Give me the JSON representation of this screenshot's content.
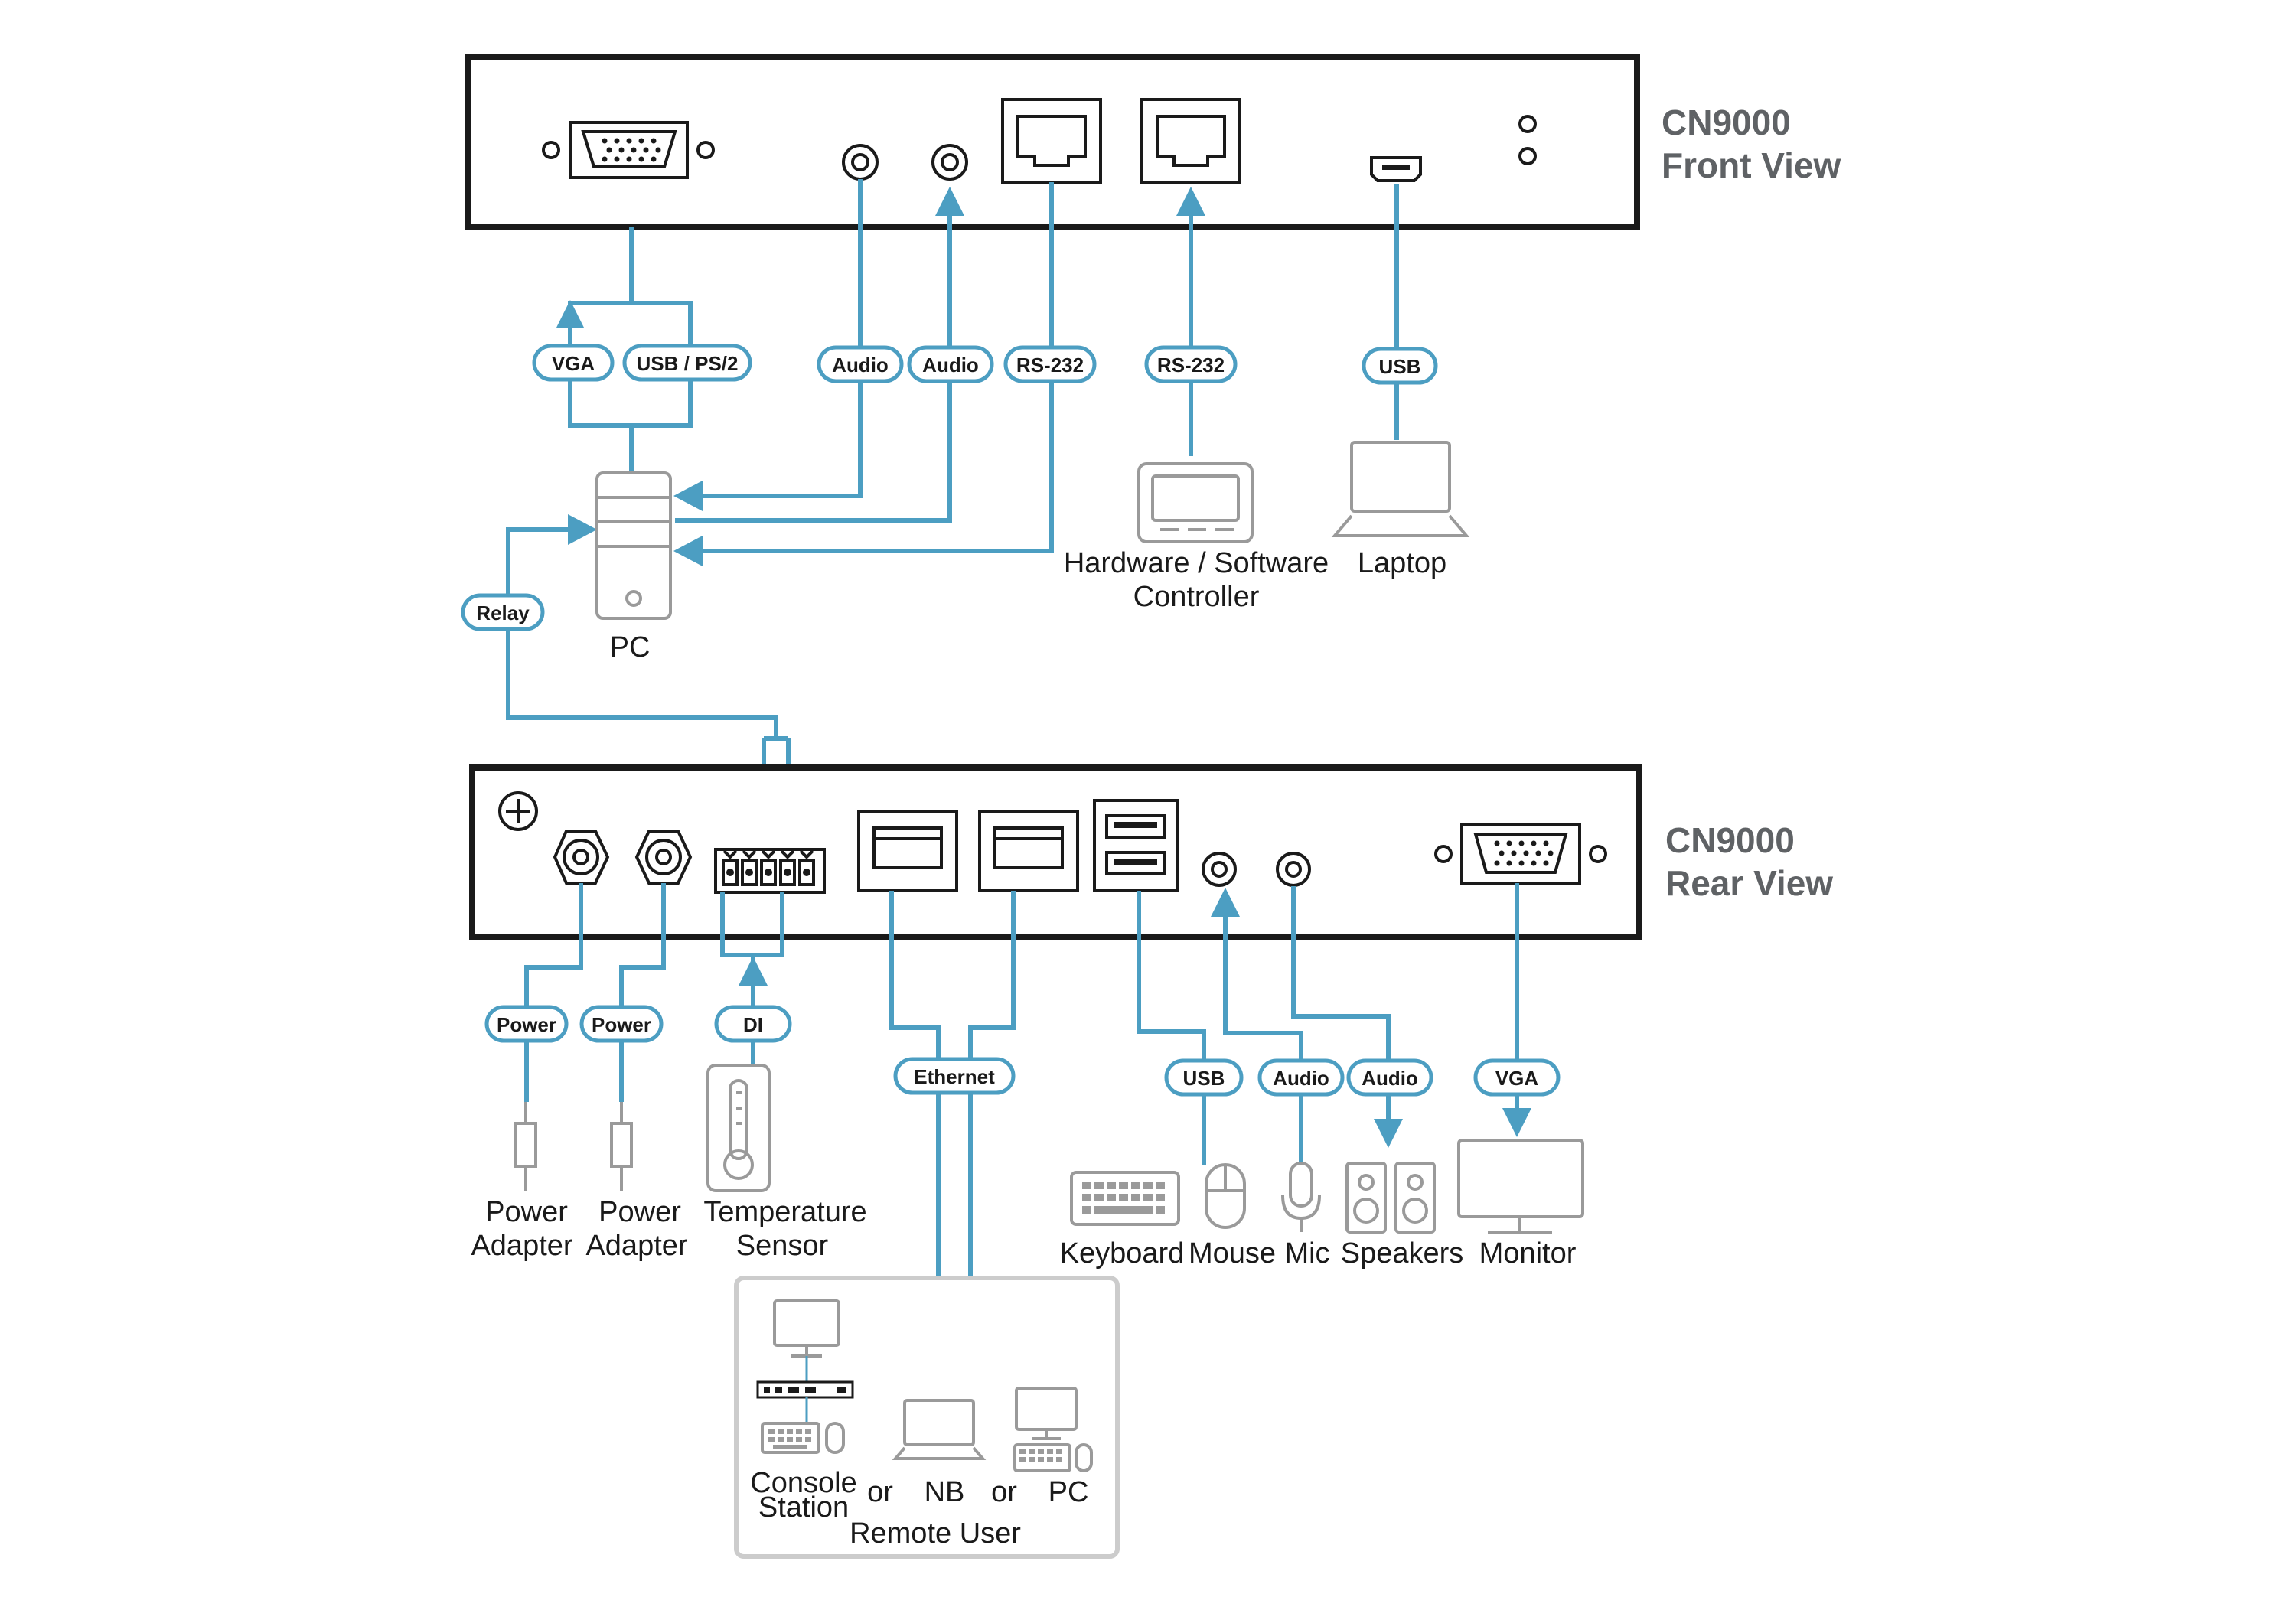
{
  "front": {
    "title_line1": "CN9000",
    "title_line2": "Front View"
  },
  "rear": {
    "title_line1": "CN9000",
    "title_line2": "Rear View"
  },
  "labels": {
    "vga": "VGA",
    "usb_ps2": "USB / PS/2",
    "audio": "Audio",
    "rs232": "RS-232",
    "usb": "USB",
    "relay": "Relay",
    "power": "Power",
    "di": "DI",
    "ethernet": "Ethernet",
    "audio_rear": "Audio",
    "vga_rear": "VGA",
    "usb_rear": "USB"
  },
  "devices": {
    "pc": "PC",
    "controller_line1": "Hardware / Software",
    "controller_line2": "Controller",
    "laptop": "Laptop",
    "power_line1": "Power",
    "power_line2": "Adapter",
    "temp_line1": "Temperature",
    "temp_line2": "Sensor",
    "keyboard": "Keyboard",
    "mouse": "Mouse",
    "mic": "Mic",
    "speakers": "Speakers",
    "monitor": "Monitor"
  },
  "remote": {
    "console_line1": "Console",
    "console_line2": "Station",
    "or": "or",
    "nb": "NB",
    "pc": "PC",
    "caption": "Remote User"
  }
}
